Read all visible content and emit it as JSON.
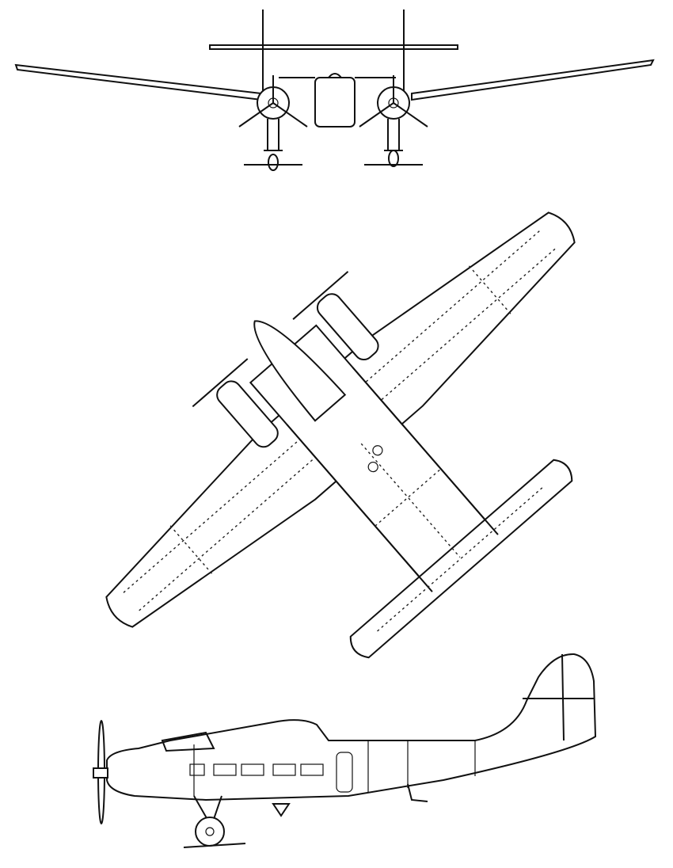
{
  "drawing": {
    "views": [
      "front-view",
      "top-view",
      "side-view"
    ],
    "colors": {
      "ink": "#111111",
      "paper": "#ffffff"
    }
  }
}
